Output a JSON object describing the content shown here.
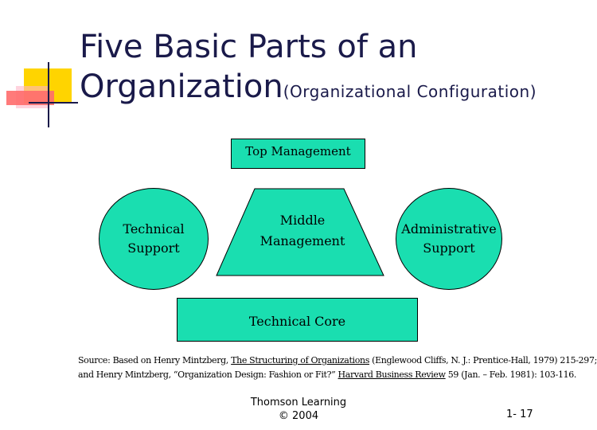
{
  "title": {
    "line1": "Five Basic Parts of an",
    "line2_main": "Organization",
    "subtitle": "(Organizational Configuration)"
  },
  "diagram": {
    "top": "Top Management",
    "left": "Technical Support",
    "middle_line1": "Middle",
    "middle_line2": "Management",
    "right": "Administrative Support",
    "bottom": "Technical Core"
  },
  "source": {
    "prefix": "Source:  Based on Henry Mintzberg, ",
    "book": "The Structuring of Organizations",
    "book_rest": " (Englewood Cliffs, N. J.: Prentice-Hall, 1979) 215-297;",
    "line2_prefix": "and Henry Mintzberg, “Organization Design:  Fashion or Fit?”  ",
    "journal": "Harvard Business Review",
    "line2_rest": " 59 (Jan. – Feb. 1981):  103-116."
  },
  "footer": {
    "publisher": "Thomson Learning",
    "copyright": "© 2004",
    "page": "1- 17"
  },
  "colors": {
    "part_fill": "#1adeb0",
    "title": "#1a1a4a"
  }
}
